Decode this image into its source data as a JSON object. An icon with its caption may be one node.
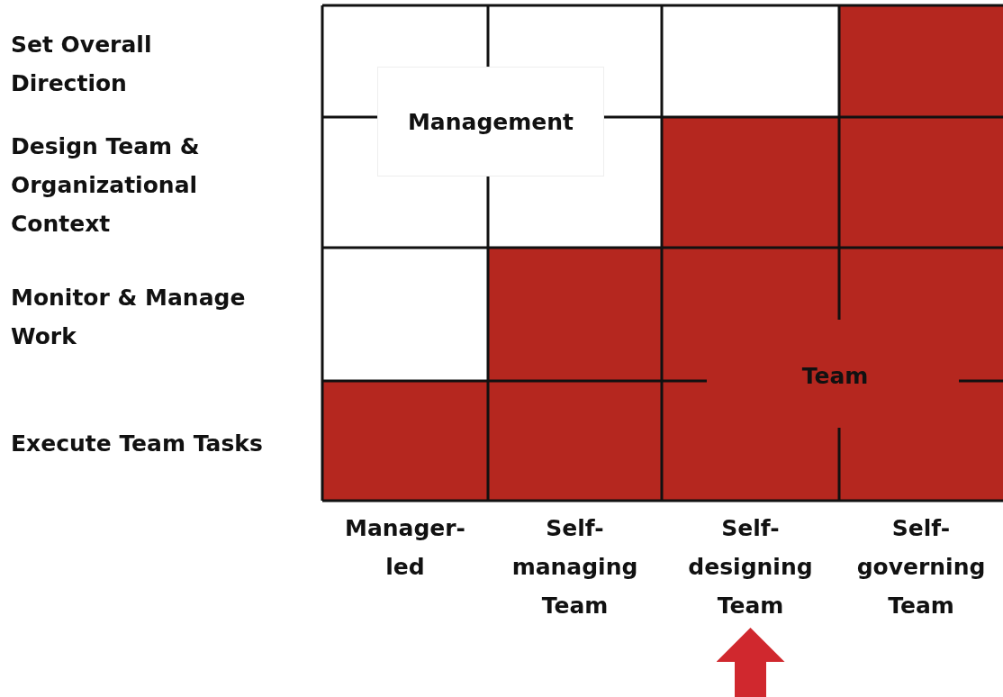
{
  "diagram": {
    "nodes": [
      {
        "text": [
          "Management"
        ]
      },
      {
        "text": [
          "Self- designing Team"
        ]
      }
    ],
    "edges": [
      {
        "from": null,
        "to": 1,
        "arrow": "to",
        "color": "#d0282e"
      }
    ],
    "labels": [
      "Set Overall Direction",
      "Design Team & Organizational Context",
      "Monitor & Manage Work",
      "Team",
      "Execute Team Tasks",
      "Manager- led",
      "Self- managing Team",
      "Self- governing Team"
    ]
  }
}
